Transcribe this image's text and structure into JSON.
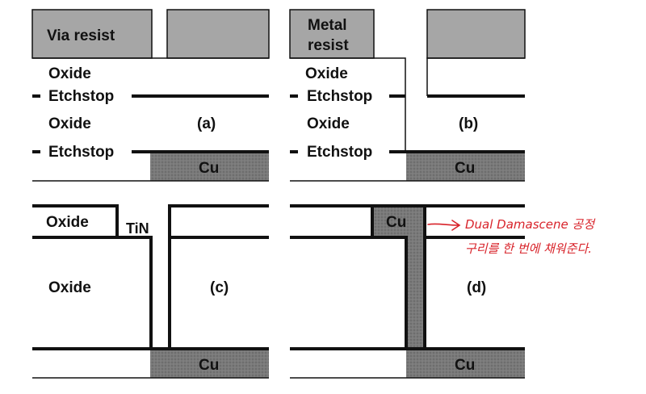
{
  "panels": {
    "a": {
      "tag": "(a)",
      "resist": "Via resist",
      "oxide_top": "Oxide",
      "etchstop_1": "Etchstop",
      "oxide_mid": "Oxide",
      "etchstop_2": "Etchstop",
      "cu": "Cu"
    },
    "b": {
      "tag": "(b)",
      "resist_line1": "Metal",
      "resist_line2": "resist",
      "oxide_top": "Oxide",
      "etchstop_1": "Etchstop",
      "oxide_mid": "Oxide",
      "etchstop_2": "Etchstop",
      "cu": "Cu"
    },
    "c": {
      "tag": "(c)",
      "oxide_top": "Oxide",
      "tin": "TiN",
      "oxide_mid": "Oxide",
      "cu": "Cu"
    },
    "d": {
      "tag": "(d)",
      "cu_top": "Cu",
      "cu_bottom": "Cu"
    }
  },
  "annotation": {
    "line1": "Dual Damascene 공정",
    "line2": "구리를 한 번에 채워준다."
  },
  "colors": {
    "resist": "#a6a6a6",
    "copper": "#6e6e6e",
    "line": "#111111",
    "annotation": "#d8232a"
  }
}
